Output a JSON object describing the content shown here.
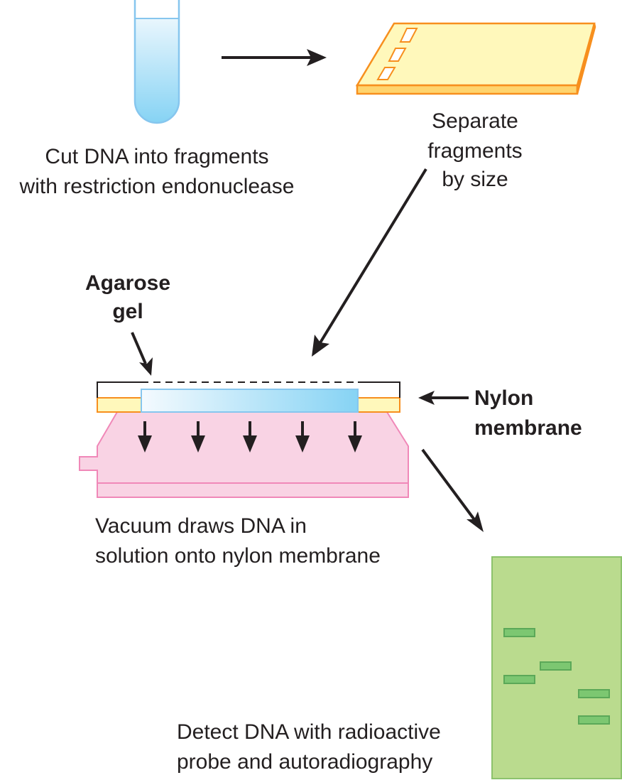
{
  "steps": {
    "cut": {
      "line1": "Cut DNA into fragments",
      "line2": "with restriction endonuclease"
    },
    "separate": {
      "line1": "Separate",
      "line2": "fragments",
      "line3": "by size"
    },
    "vacuum": {
      "line1": "Vacuum draws DNA in",
      "line2": "solution onto nylon membrane"
    },
    "detect": {
      "line1": "Detect DNA with radioactive",
      "line2": "probe and autoradiography"
    }
  },
  "labels": {
    "agarose": {
      "line1": "Agarose",
      "line2": "gel"
    },
    "nylon": {
      "line1": "Nylon",
      "line2": "membrane"
    }
  },
  "colors": {
    "tube_liquid": "#8ad4f4",
    "gel": "#fff8bb",
    "gel_edge": "#f78f1e",
    "vacuum_box": "#f9d3e4",
    "vacuum_edge": "#f088b8",
    "membrane_panel": "#badb8e",
    "band": "#7cc771"
  }
}
